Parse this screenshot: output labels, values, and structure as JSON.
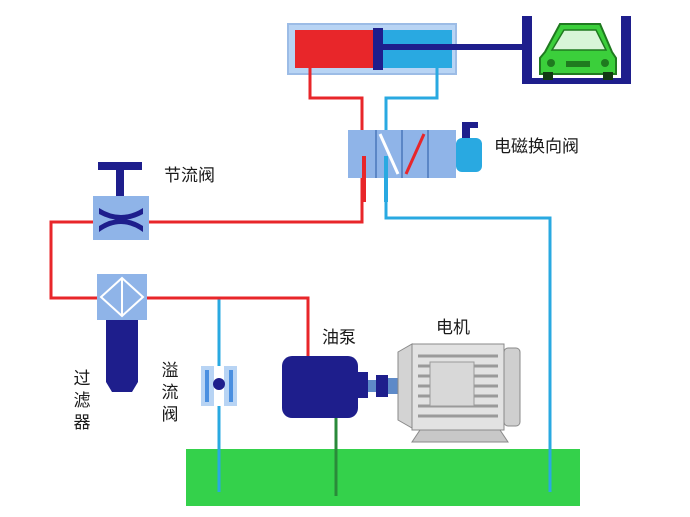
{
  "labels": {
    "solenoid_valve": "电磁换向阀",
    "throttle_valve": "节流阀",
    "filter": "过\n滤\n器",
    "relief_valve": "溢\n流\n阀",
    "pump": "油泵",
    "motor": "电机"
  },
  "colors": {
    "pressure_line": "#e8262a",
    "return_line": "#29a9e1",
    "tank": "#34d14b",
    "component_blue": "#1e1e8c",
    "valve_body": "#8fb4e8",
    "car": "#3bcf3b"
  }
}
